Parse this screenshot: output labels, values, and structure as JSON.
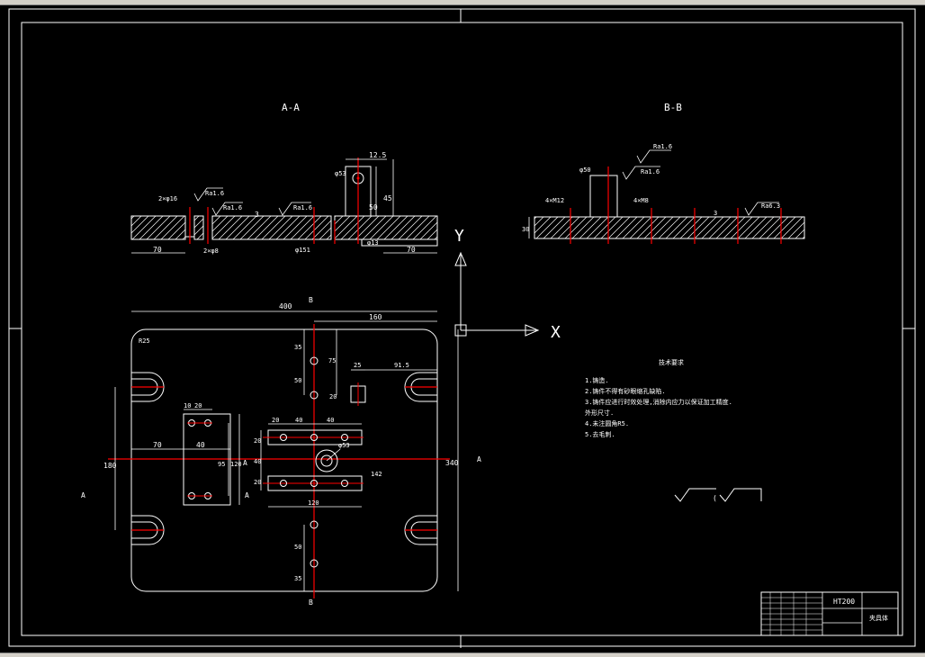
{
  "colors": {
    "background": "#000000",
    "lines": "#ffffff",
    "centerlines": "#ff0000",
    "window_chrome": "#d4d0c8"
  },
  "views": {
    "section_a_title": "A-A",
    "section_b_title": "B-B",
    "axis_x": "X",
    "axis_y": "Y"
  },
  "section_a": {
    "dim_left_width": "70",
    "dim_right_width": "70",
    "dim_bore_center": "12.5",
    "dim_boss_height": "45",
    "dim_boss_hole": "50",
    "dim_depth": "3",
    "dim_bore_dia": "φ151",
    "dim_small_hole": "2×φ8",
    "dim_bottom_hole": "φ13",
    "roughness_1": "Ra1.6",
    "roughness_2": "Ra1.6",
    "roughness_3": "Ra1.6",
    "callout_holes": "2×φ16",
    "callout_bore": "φ53"
  },
  "section_b": {
    "dim_thickness": "30",
    "dim_depth": "3",
    "callout_holes_1": "4×M12",
    "callout_holes_2": "4×M8",
    "roughness_1": "Ra1.6",
    "roughness_2": "Ra1.6",
    "roughness_3": "Ra6.3",
    "dim_boss": "φ50"
  },
  "plan": {
    "dim_total_width": "400",
    "dim_half_width": "160",
    "dim_height": "340",
    "dim_slot_span": "180",
    "dim_35_top": "35",
    "dim_50_top": "50",
    "dim_75": "75",
    "dim_25": "25",
    "dim_91_5": "91.5",
    "dim_20_small": "20",
    "dim_10": "10",
    "dim_20_a": "20",
    "dim_70": "70",
    "dim_40_a": "40",
    "dim_95": "95",
    "dim_120_v": "120",
    "dim_20_b": "20",
    "dim_40_b": "40",
    "dim_40_c": "40",
    "dim_20_v": "20",
    "dim_40_v": "40",
    "dim_20_v2": "20",
    "dim_120_h": "120",
    "dim_142": "142",
    "dim_50_bottom": "50",
    "dim_35_bottom": "35",
    "dim_corner": "R25",
    "dim_bore": "φ53",
    "section_mark_a_left": "A",
    "section_mark_a_center": "A",
    "section_mark_a_lower": "A",
    "section_mark_a_right": "A",
    "section_mark_b_top": "B",
    "section_mark_b_bottom": "B"
  },
  "notes": {
    "heading": "技术要求",
    "items": [
      "1.铸造.",
      "2.铸件不得有砂眼缩孔缺陷.",
      "3.铸件应进行时效处理,消除内应力以保证加工精度.",
      "外形尺寸.",
      "4.未注圆角R5.",
      "5.去毛刺."
    ]
  },
  "title_block": {
    "material": "HT200",
    "drawing_name": "夹具体"
  }
}
